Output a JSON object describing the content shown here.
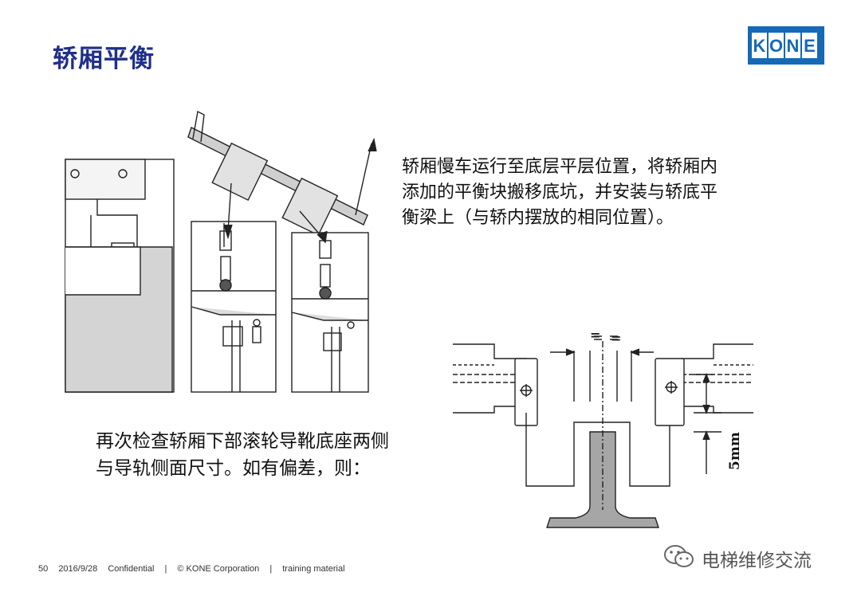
{
  "title": "轿厢平衡",
  "logo": {
    "text": "KONE",
    "color": "#1669b5"
  },
  "paragraph_1": "轿厢慢车运行至底层平层位置，将轿厢内\n添加的平衡块搬移底坑，并安装与轿底平\n衡梁上（与轿内摆放的相同位置）。",
  "paragraph_2": "再次检查轿厢下部滚轮导靴底座两侧\n与导轨侧面尺寸。如有偏差，则：",
  "diagram": {
    "equal_left": "=",
    "equal_right": "=",
    "dimension": "5mm"
  },
  "footer": {
    "page": "50",
    "date": "2016/9/28",
    "confidential": "Confidential",
    "copyright": "© KONE Corporation",
    "material": "training material",
    "sep": "|"
  },
  "watermark": {
    "text": "电梯维修交流"
  }
}
